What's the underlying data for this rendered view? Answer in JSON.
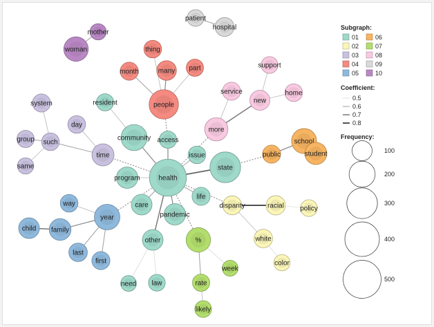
{
  "groups": {
    "01": "#9ed9c9",
    "02": "#fbf6b8",
    "03": "#c9c1df",
    "04": "#f48a80",
    "05": "#8fb9dc",
    "06": "#f7b462",
    "07": "#b3de6e",
    "08": "#f9c9e1",
    "09": "#d9d9d9",
    "10": "#b988c4"
  },
  "legend": {
    "subgraph_title": "Subgraph:",
    "subgraph_items": [
      "01",
      "06",
      "02",
      "07",
      "03",
      "08",
      "04",
      "09",
      "05",
      "10"
    ],
    "coefficient_title": "Coefficient:",
    "coefficient_items": [
      "0.5",
      "0.6",
      "0.7",
      "0.8"
    ],
    "frequency_title": "Frequency:",
    "frequency_items": [
      "100",
      "200",
      "300",
      "400",
      "500"
    ]
  },
  "nodes": [
    {
      "id": "health",
      "label": "health",
      "group": "01",
      "freq": 470
    },
    {
      "id": "state",
      "label": "state",
      "group": "01",
      "freq": 300
    },
    {
      "id": "community",
      "label": "community",
      "group": "01",
      "freq": 200
    },
    {
      "id": "program",
      "label": "program",
      "group": "01",
      "freq": 120
    },
    {
      "id": "care",
      "label": "care",
      "group": "01",
      "freq": 110
    },
    {
      "id": "pandemic",
      "label": "pandemic",
      "group": "01",
      "freq": 120
    },
    {
      "id": "life",
      "label": "life",
      "group": "01",
      "freq": 75
    },
    {
      "id": "issue",
      "label": "issue",
      "group": "01",
      "freq": 70
    },
    {
      "id": "access",
      "label": "access",
      "group": "01",
      "freq": 65
    },
    {
      "id": "resident",
      "label": "resident",
      "group": "01",
      "freq": 65
    },
    {
      "id": "other",
      "label": "other",
      "group": "01",
      "freq": 110
    },
    {
      "id": "need",
      "label": "need",
      "group": "01",
      "freq": 50
    },
    {
      "id": "law",
      "label": "law",
      "group": "01",
      "freq": 60
    },
    {
      "id": "disparity",
      "label": "disparity",
      "group": "02",
      "freq": 85
    },
    {
      "id": "racial",
      "label": "racial",
      "group": "02",
      "freq": 90
    },
    {
      "id": "policy",
      "label": "policy",
      "group": "02",
      "freq": 60
    },
    {
      "id": "white",
      "label": "white",
      "group": "02",
      "freq": 80
    },
    {
      "id": "color",
      "label": "color",
      "group": "02",
      "freq": 55
    },
    {
      "id": "time",
      "label": "time",
      "group": "03",
      "freq": 130
    },
    {
      "id": "day",
      "label": "day",
      "group": "03",
      "freq": 70
    },
    {
      "id": "system",
      "label": "system",
      "group": "03",
      "freq": 75
    },
    {
      "id": "such",
      "label": "such",
      "group": "03",
      "freq": 70
    },
    {
      "id": "group",
      "label": "group",
      "group": "03",
      "freq": 65
    },
    {
      "id": "same",
      "label": "same",
      "group": "03",
      "freq": 55
    },
    {
      "id": "people",
      "label": "people",
      "group": "04",
      "freq": 270
    },
    {
      "id": "thing",
      "label": "thing",
      "group": "04",
      "freq": 70
    },
    {
      "id": "month",
      "label": "month",
      "group": "04",
      "freq": 75
    },
    {
      "id": "many",
      "label": "many",
      "group": "04",
      "freq": 95
    },
    {
      "id": "part",
      "label": "part",
      "group": "04",
      "freq": 65
    },
    {
      "id": "year",
      "label": "year",
      "group": "05",
      "freq": 190
    },
    {
      "id": "way",
      "label": "way",
      "group": "05",
      "freq": 70
    },
    {
      "id": "child",
      "label": "child",
      "group": "05",
      "freq": 110
    },
    {
      "id": "family",
      "label": "family",
      "group": "05",
      "freq": 125
    },
    {
      "id": "last",
      "label": "last",
      "group": "05",
      "freq": 80
    },
    {
      "id": "first",
      "label": "first",
      "group": "05",
      "freq": 75
    },
    {
      "id": "public",
      "label": "public",
      "group": "06",
      "freq": 75
    },
    {
      "id": "school",
      "label": "school",
      "group": "06",
      "freq": 180
    },
    {
      "id": "student",
      "label": "student",
      "group": "06",
      "freq": 130
    },
    {
      "id": "%",
      "label": "%",
      "group": "07",
      "freq": 170
    },
    {
      "id": "week",
      "label": "week",
      "group": "07",
      "freq": 50
    },
    {
      "id": "rate",
      "label": "rate",
      "group": "07",
      "freq": 65
    },
    {
      "id": "likely",
      "label": "likely",
      "group": "07",
      "freq": 60
    },
    {
      "id": "more",
      "label": "more",
      "group": "08",
      "freq": 150
    },
    {
      "id": "new",
      "label": "new",
      "group": "08",
      "freq": 100
    },
    {
      "id": "service",
      "label": "service",
      "group": "08",
      "freq": 75
    },
    {
      "id": "support",
      "label": "support",
      "group": "08",
      "freq": 60
    },
    {
      "id": "home",
      "label": "home",
      "group": "08",
      "freq": 70
    },
    {
      "id": "patient",
      "label": "patient",
      "group": "09",
      "freq": 60
    },
    {
      "id": "hospital",
      "label": "hospital",
      "group": "09",
      "freq": 85
    },
    {
      "id": "woman",
      "label": "woman",
      "group": "10",
      "freq": 170
    },
    {
      "id": "mother",
      "label": "mother",
      "group": "10",
      "freq": 55
    }
  ],
  "edges": [
    {
      "source": "health",
      "target": "state",
      "coef": 0.75
    },
    {
      "source": "health",
      "target": "community",
      "coef": 0.65
    },
    {
      "source": "health",
      "target": "program",
      "coef": 0.55
    },
    {
      "source": "health",
      "target": "care",
      "coef": 0.6
    },
    {
      "source": "health",
      "target": "pandemic",
      "coef": 0.65
    },
    {
      "source": "health",
      "target": "life",
      "coef": 0.6
    },
    {
      "source": "health",
      "target": "issue",
      "coef": 0.6
    },
    {
      "source": "health",
      "target": "access",
      "coef": 0.65
    },
    {
      "source": "health",
      "target": "other",
      "coef": 0.7
    },
    {
      "source": "health",
      "target": "time",
      "coef": 0.5,
      "dashed": true
    },
    {
      "source": "health",
      "target": "more",
      "coef": 0.5,
      "dashed": true
    },
    {
      "source": "health",
      "target": "year",
      "coef": 0.5,
      "dashed": true
    },
    {
      "source": "health",
      "target": "%",
      "coef": 0.5,
      "dashed": true
    },
    {
      "source": "health",
      "target": "disparity",
      "coef": 0.5,
      "dashed": true
    },
    {
      "source": "access",
      "target": "people",
      "coef": 0.5,
      "dashed": true
    },
    {
      "source": "state",
      "target": "public",
      "coef": 0.5,
      "dashed": true
    },
    {
      "source": "community",
      "target": "resident",
      "coef": 0.55
    },
    {
      "source": "other",
      "target": "need",
      "coef": 0.5
    },
    {
      "source": "other",
      "target": "law",
      "coef": 0.5
    },
    {
      "source": "disparity",
      "target": "racial",
      "coef": 0.8
    },
    {
      "source": "racial",
      "target": "policy",
      "coef": 0.5
    },
    {
      "source": "disparity",
      "target": "white",
      "coef": 0.55
    },
    {
      "source": "white",
      "target": "color",
      "coef": 0.5
    },
    {
      "source": "time",
      "target": "day",
      "coef": 0.55
    },
    {
      "source": "time",
      "target": "such",
      "coef": 0.6
    },
    {
      "source": "such",
      "target": "system",
      "coef": 0.55
    },
    {
      "source": "such",
      "target": "group",
      "coef": 0.6
    },
    {
      "source": "such",
      "target": "same",
      "coef": 0.55
    },
    {
      "source": "people",
      "target": "thing",
      "coef": 0.55
    },
    {
      "source": "people",
      "target": "month",
      "coef": 0.6
    },
    {
      "source": "people",
      "target": "many",
      "coef": 0.65
    },
    {
      "source": "people",
      "target": "part",
      "coef": 0.55
    },
    {
      "source": "year",
      "target": "way",
      "coef": 0.55
    },
    {
      "source": "year",
      "target": "family",
      "coef": 0.65
    },
    {
      "source": "family",
      "target": "child",
      "coef": 0.7
    },
    {
      "source": "year",
      "target": "last",
      "coef": 0.6
    },
    {
      "source": "year",
      "target": "first",
      "coef": 0.6
    },
    {
      "source": "public",
      "target": "school",
      "coef": 0.65
    },
    {
      "source": "school",
      "target": "student",
      "coef": 0.8
    },
    {
      "source": "%",
      "target": "week",
      "coef": 0.5
    },
    {
      "source": "%",
      "target": "rate",
      "coef": 0.6
    },
    {
      "source": "rate",
      "target": "likely",
      "coef": 0.55
    },
    {
      "source": "more",
      "target": "service",
      "coef": 0.55
    },
    {
      "source": "more",
      "target": "new",
      "coef": 0.7
    },
    {
      "source": "new",
      "target": "support",
      "coef": 0.55
    },
    {
      "source": "new",
      "target": "home",
      "coef": 0.55
    },
    {
      "source": "patient",
      "target": "hospital",
      "coef": 0.6
    },
    {
      "source": "woman",
      "target": "mother",
      "coef": 0.6
    }
  ]
}
